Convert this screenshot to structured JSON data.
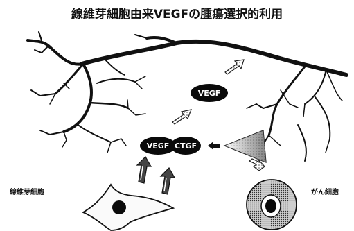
{
  "title": "線維芽細胞由来VEGFの腫瘍選択的利用",
  "labels": {
    "fibroblast": "線維芽細胞",
    "cancer_cell": "がん細胞",
    "vegf_top": "VEGF",
    "vegf_bottom": "VEGF",
    "ctgf": "CTGF"
  },
  "colors": {
    "vessel": "#111111",
    "node_fill": "#0a0a0a",
    "arrow_outline": "#222222",
    "background": "#ffffff"
  }
}
